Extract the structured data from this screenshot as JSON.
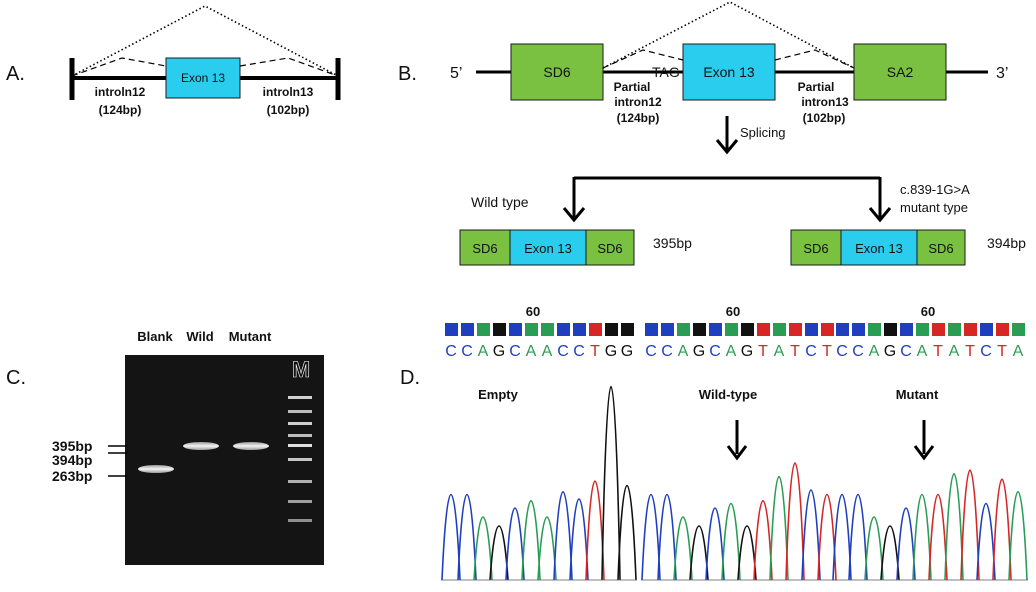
{
  "panels": {
    "a": "A.",
    "b": "B.",
    "c": "C.",
    "d": "D."
  },
  "panel_a": {
    "exon": "Exon 13",
    "intron12": "introln12",
    "intron12_size": "(124bp)",
    "intron13": "introln13",
    "intron13_size": "(102bp)"
  },
  "panel_b": {
    "five_prime": "5’",
    "three_prime": "3’",
    "sd6": "SD6",
    "exon": "Exon 13",
    "sa2": "SA2",
    "tag": "TAG",
    "partial1": "Partial",
    "intron12": "intron12",
    "intron12_size": "(124bp)",
    "partial2": "Partial",
    "intron13": "intron13",
    "intron13_size": "(102bp)",
    "splicing": "Splicing",
    "wild_type": "Wild type",
    "mutant_line1": "c.839-1G>A",
    "mutant_line2": "mutant type",
    "wild_product": {
      "left": "SD6",
      "middle": "Exon 13",
      "right": "SD6",
      "size": "395bp"
    },
    "mutant_product": {
      "left": "SD6",
      "middle": "Exon 13",
      "right": "SD6",
      "size": "394bp"
    }
  },
  "panel_c": {
    "lanes": [
      "Blank",
      "Wild",
      "Mutant"
    ],
    "marker": "M",
    "sizes": [
      "395bp",
      "394bp",
      "263bp"
    ]
  },
  "panel_d": {
    "position": "60",
    "traces": [
      {
        "label": "Empty",
        "seq": [
          "C",
          "C",
          "A",
          "G",
          "C",
          "A",
          "A",
          "C",
          "C",
          "T",
          "G",
          "G"
        ]
      },
      {
        "label": "Wild-type",
        "seq": [
          "C",
          "C",
          "A",
          "G",
          "C",
          "A",
          "G",
          "T",
          "A",
          "T",
          "C",
          "T"
        ]
      },
      {
        "label": "Mutant",
        "seq": [
          "C",
          "C",
          "A",
          "G",
          "C",
          "A",
          "T",
          "A",
          "T",
          "C",
          "T",
          "A"
        ]
      }
    ]
  },
  "colors": {
    "exon": "#2bcdef",
    "sd6": "#7ac142",
    "A": "#2a9d55",
    "C": "#1f3fbf",
    "G": "#111111",
    "T": "#d62626",
    "gel": "#141414"
  }
}
